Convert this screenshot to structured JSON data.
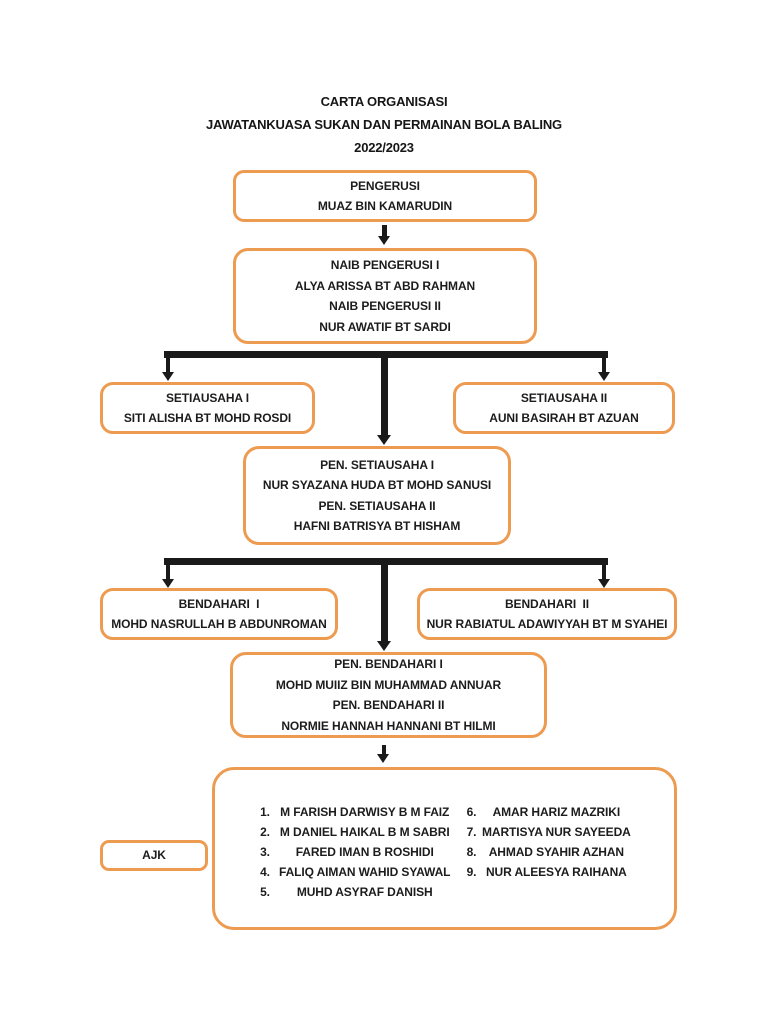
{
  "title": {
    "line1": "CARTA ORGANISASI",
    "line2": "JAWATANKUASA SUKAN DAN PERMAINAN BOLA BALING",
    "line3": "2022/2023"
  },
  "colors": {
    "box_border": "#ED9B51",
    "connector": "#1A1A1A",
    "text": "#1C1C1C",
    "background": "#FFFFFF"
  },
  "org": {
    "pengerusi": {
      "lines": [
        "PENGERUSI",
        "MUAZ BIN KAMARUDIN"
      ]
    },
    "naib_pengerusi": {
      "lines": [
        "NAIB PENGERUSI I",
        "ALYA ARISSA BT ABD RAHMAN",
        "NAIB PENGERUSI II",
        "NUR AWATIF BT SARDI"
      ]
    },
    "setiausaha_i": {
      "lines": [
        "SETIAUSAHA I",
        "SITI ALISHA BT MOHD ROSDI"
      ]
    },
    "setiausaha_ii": {
      "lines": [
        "SETIAUSAHA II",
        "AUNI BASIRAH BT AZUAN"
      ]
    },
    "pen_setiausaha": {
      "lines": [
        "PEN. SETIAUSAHA I",
        "NUR SYAZANA HUDA BT MOHD SANUSI",
        "PEN. SETIAUSAHA II",
        "HAFNI BATRISYA BT HISHAM"
      ]
    },
    "bendahari_i": {
      "lines": [
        "BENDAHARI  I",
        "MOHD NASRULLAH B ABDUNROMAN"
      ]
    },
    "bendahari_ii": {
      "lines": [
        "BENDAHARI  II",
        "NUR RABIATUL ADAWIYYAH BT M SYAHEI"
      ]
    },
    "pen_bendahari": {
      "lines": [
        "PEN. BENDAHARI I",
        "MOHD MUIIZ BIN MUHAMMAD ANNUAR",
        "PEN. BENDAHARI II",
        "NORMIE HANNAH HANNANI BT HILMI"
      ]
    },
    "ajk": {
      "label": "AJK",
      "members_col1": [
        {
          "num": "1.",
          "name": "M FARISH DARWISY B M FAIZ"
        },
        {
          "num": "2.",
          "name": "M DANIEL HAIKAL B M SABRI"
        },
        {
          "num": "3.",
          "name": "FARED IMAN B ROSHIDI"
        },
        {
          "num": "4.",
          "name": "FALIQ AIMAN WAHID SYAWAL"
        },
        {
          "num": "5.",
          "name": "MUHD ASYRAF DANISH"
        }
      ],
      "members_col2": [
        {
          "num": "6.",
          "name": "AMAR HARIZ MAZRIKI"
        },
        {
          "num": "7.",
          "name": "MARTISYA NUR SAYEEDA"
        },
        {
          "num": "8.",
          "name": "AHMAD SYAHIR AZHAN"
        },
        {
          "num": "9.",
          "name": "NUR ALEESYA RAIHANA"
        }
      ]
    }
  }
}
